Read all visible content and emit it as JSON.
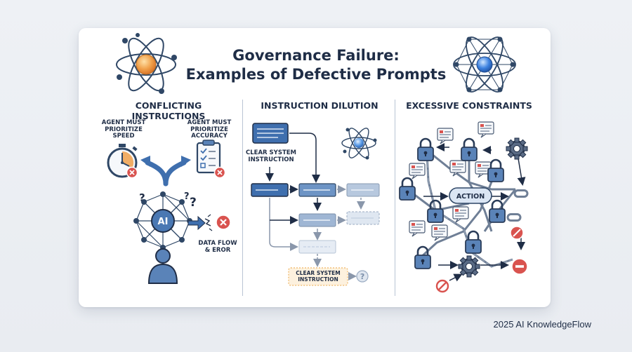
{
  "title": {
    "line1": "Governance Failure:",
    "line2": "Examples of Defective Prompts"
  },
  "sections": [
    {
      "heading": "CONFLICTING INSTRUCTIONS",
      "labels": {
        "speed": [
          "AGENT MUST",
          "PRIORITIZE",
          "SPEED"
        ],
        "accuracy": [
          "AGENT MUST",
          "PRIORITIZE",
          "ACCURACY"
        ],
        "ai": "AI",
        "data_flow": [
          "DATA FLOW",
          "& EROR"
        ]
      }
    },
    {
      "heading": "INSTRUCTION DILUTION",
      "labels": {
        "clear_top": [
          "CLEAR SYSTEM",
          "INSTRUCTION"
        ],
        "clear_bottom": [
          "CLEAR SYSTEM",
          "INSTRUCTION"
        ]
      }
    },
    {
      "heading": "EXCESSIVE CONSTRAINTS",
      "labels": {
        "action": "ACTION"
      }
    }
  ],
  "footer": "2025 AI KnowledgeFlow",
  "colors": {
    "navy": "#1f2d46",
    "blue": "#3f6fae",
    "orange_core": "#f0a04a",
    "blue_core": "#3d82e0",
    "red": "#d9534f",
    "lock": "#4f76a8",
    "chain": "#6f7f96"
  }
}
